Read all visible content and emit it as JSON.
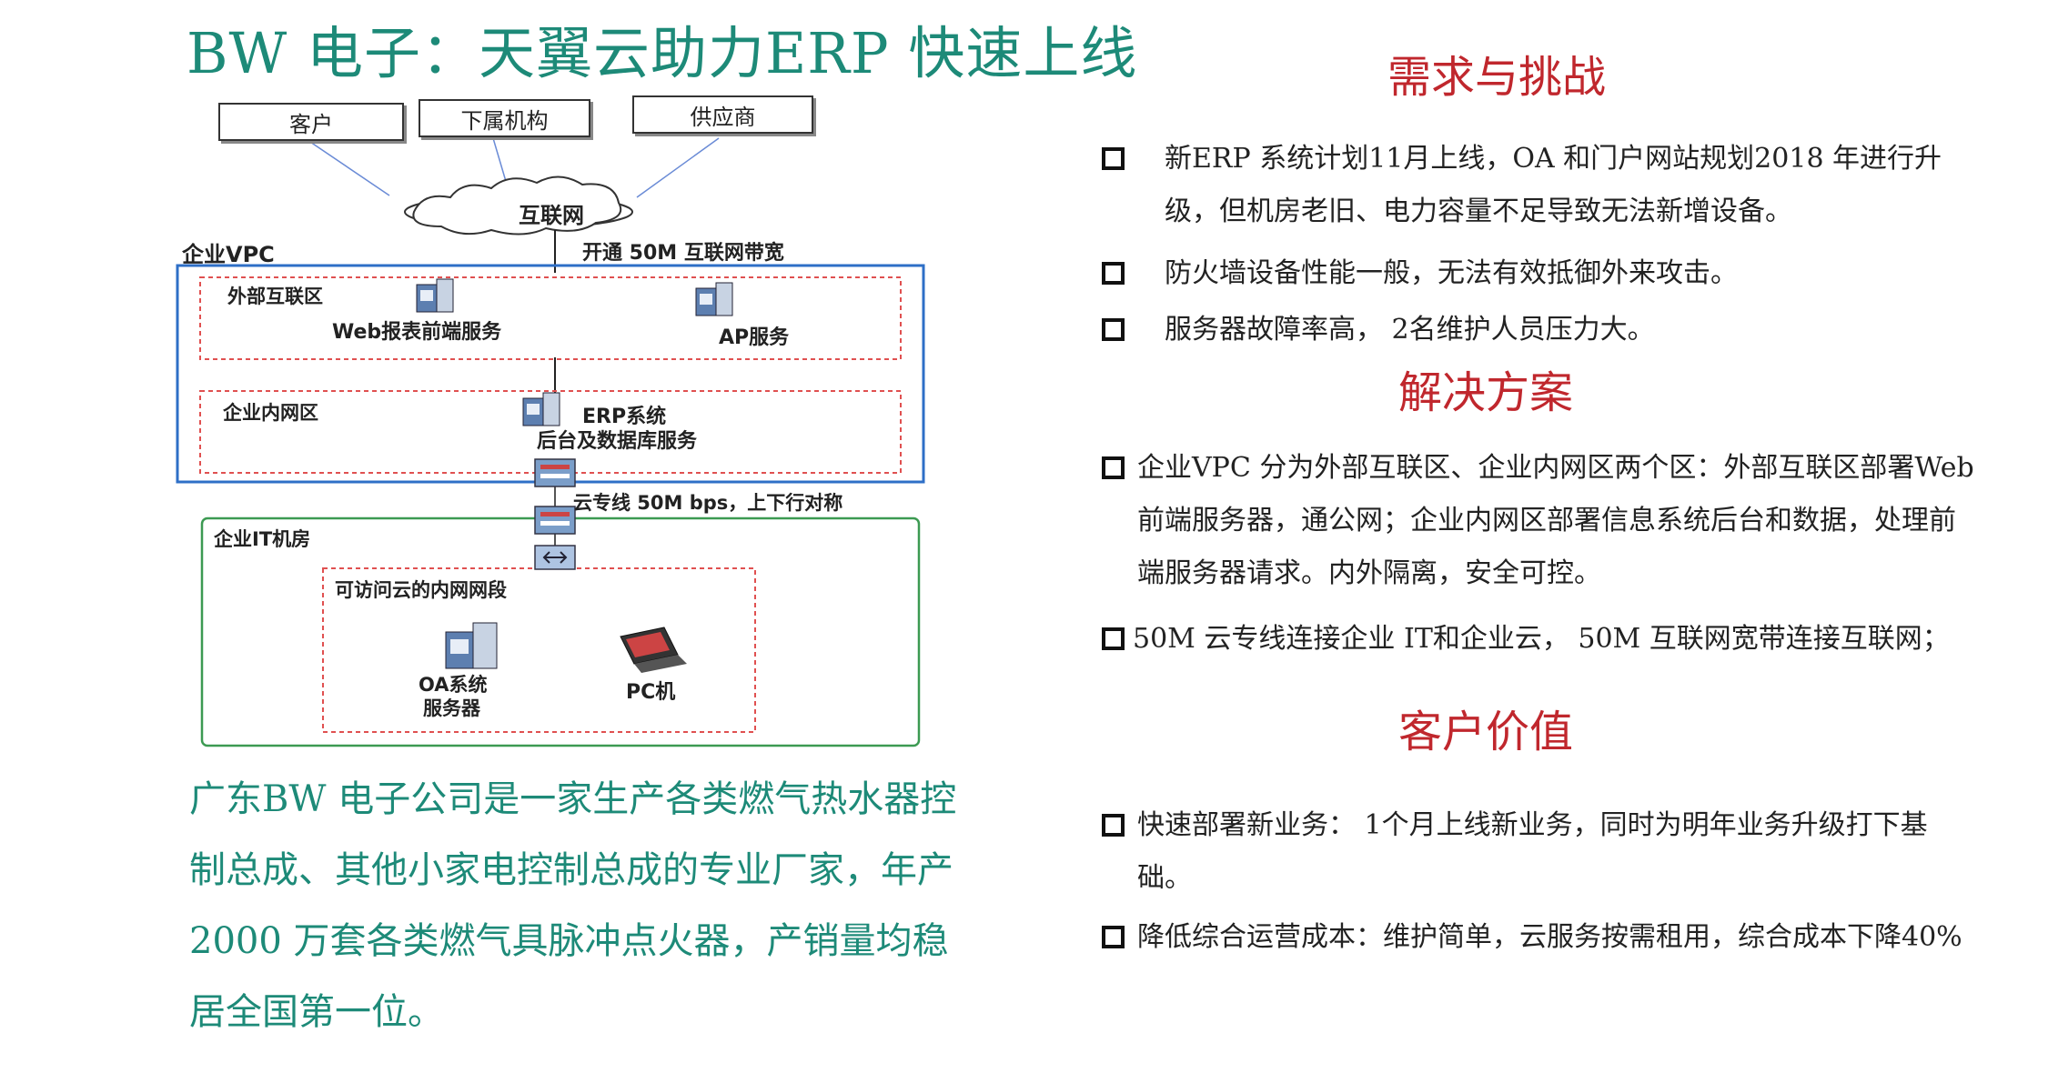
{
  "title": "BW  电子：天翼云助力ERP 快速上线",
  "diagram": {
    "top_boxes": [
      "客户",
      "下属机构",
      "供应商"
    ],
    "cloud_label": "互联网",
    "vpc_label": "企业VPC",
    "bandwidth_label": "开通 50M 互联网带宽",
    "external_zone": "外部互联区",
    "web_server": "Web报表前端服务",
    "ap_server": "AP服务",
    "internal_zone": "企业内网区",
    "erp_line1": "ERP系统",
    "erp_line2": "后台及数据库服务",
    "dedicated_line": "云专线 50M bps，上下行对称",
    "it_room": "企业IT机房",
    "access_segment": "可访问云的内网网段",
    "oa_line1": "OA系统",
    "oa_line2": "服务器",
    "pc_label": "PC机"
  },
  "paragraph": "广东BW  电子公司是一家生产各类燃气热水器控制总成、其他小家电控制总成的专业厂家，年产2000 万套各类燃气具脉冲点火器，产销量均稳居全国第一位。",
  "sections": {
    "challenges": {
      "heading": "需求与挑战",
      "items": [
        "新ERP 系统计划11月上线，OA  和门户网站规划2018 年进行升级，但机房老旧、电力容量不足导致无法新增设备。",
        "防火墙设备性能一般，无法有效抵御外来攻击。",
        "服务器故障率高， 2名维护人员压力大。"
      ]
    },
    "solution": {
      "heading": "解决方案",
      "items": [
        "企业VPC  分为外部互联区、企业内网区两个区：外部互联区部署Web  前端服务器，通公网；企业内网区部署信息系统后台和数据，处理前端服务器请求。内外隔离，安全可控。",
        "50M  云专线连接企业 IT和企业云， 50M  互联网宽带连接互联网；"
      ]
    },
    "value": {
      "heading": "客户价值",
      "items": [
        "快速部署新业务： 1个月上线新业务，同时为明年业务升级打下基础。",
        "降低综合运营成本：维护简单，云服务按需租用，综合成本下降40%"
      ]
    }
  },
  "colors": {
    "title": "#1d8a78",
    "heading": "#c0272d",
    "vpc_border": "#2e6fc7",
    "zone_dash": "#e05050",
    "it_border": "#3c9a52"
  }
}
